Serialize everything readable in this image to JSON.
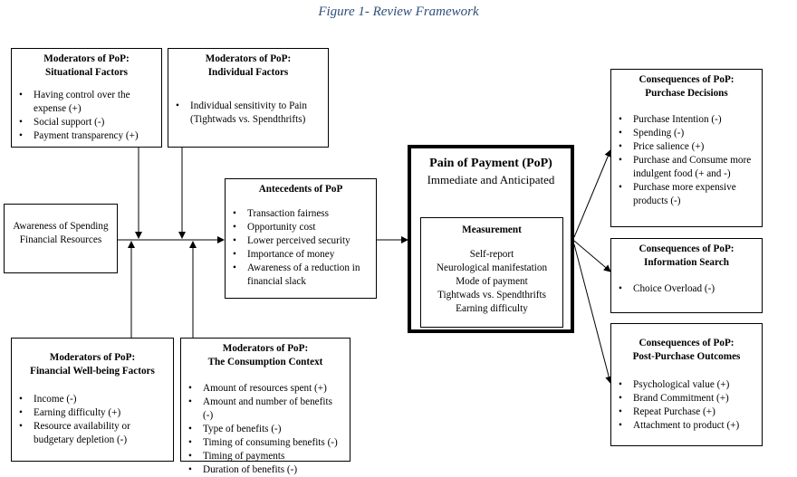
{
  "figure_title": "Figure 1- Review Framework",
  "situational": {
    "title_1": "Moderators of PoP:",
    "title_2": "Situational Factors",
    "items": [
      "Having control over the expense (+)",
      "Social support (-)",
      "Payment transparency (+)"
    ]
  },
  "individual": {
    "title_1": "Moderators of PoP:",
    "title_2": "Individual Factors",
    "items": [
      "Individual sensitivity to Pain (Tightwads vs. Spendthrifts)"
    ]
  },
  "awareness": {
    "text": "Awareness of Spending Financial Resources"
  },
  "antecedents": {
    "title": "Antecedents of PoP",
    "items": [
      "Transaction fairness",
      "Opportunity cost",
      "Lower perceived security",
      "Importance of money",
      "Awareness of a reduction in financial slack"
    ]
  },
  "pop": {
    "title": "Pain of Payment (PoP)",
    "subtitle": "Immediate and Anticipated",
    "measurement_title": "Measurement",
    "measurement_items": [
      "Self-report",
      "Neurological manifestation",
      "Mode of payment",
      "Tightwads vs. Spendthrifts",
      "Earning difficulty"
    ]
  },
  "wellbeing": {
    "title_1": "Moderators of PoP:",
    "title_2": "Financial Well-being Factors",
    "items": [
      "Income (-)",
      "Earning difficulty (+)",
      "Resource availability or budgetary depletion (-)"
    ]
  },
  "consumption": {
    "title_1": "Moderators of PoP:",
    "title_2": "The Consumption Context",
    "items": [
      "Amount of resources spent (+)",
      "Amount and number of benefits (-)",
      "Type of benefits (-)",
      "Timing of consuming benefits (-)",
      "Timing of payments",
      "Duration of benefits (-)"
    ]
  },
  "purchase": {
    "title_1": "Consequences of PoP:",
    "title_2": "Purchase Decisions",
    "items": [
      "Purchase Intention (-)",
      "Spending (-)",
      "Price salience (+)",
      "Purchase and Consume more indulgent food (+ and -)",
      "Purchase more expensive products (-)"
    ]
  },
  "search": {
    "title_1": "Consequences of PoP:",
    "title_2": "Information Search",
    "items": [
      "Choice Overload (-)"
    ]
  },
  "postpurchase": {
    "title_1": "Consequences of PoP:",
    "title_2": "Post-Purchase Outcomes",
    "items": [
      "Psychological value (+)",
      "Brand Commitment (+)",
      "Repeat Purchase (+)",
      "Attachment to product (+)"
    ]
  }
}
